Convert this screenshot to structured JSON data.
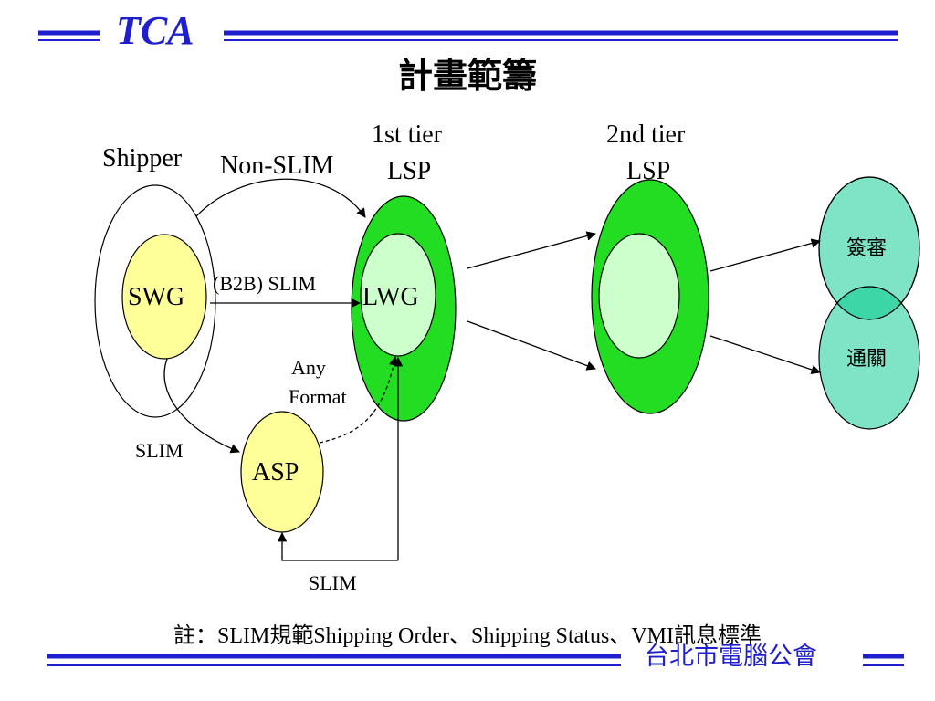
{
  "header": {
    "brand": "TCA",
    "title": "計畫範籌"
  },
  "diagram": {
    "shipper_label": "Shipper",
    "swg_label": "SWG",
    "tier1_label_line1": "1st tier",
    "tier1_label_line2": "LSP",
    "lwg_label": "LWG",
    "tier2_label_line1": "2nd tier",
    "tier2_label_line2": "LSP",
    "asp_label": "ASP",
    "customs_review_label": "簽審",
    "customs_clearance_label": "通關",
    "edge_non_slim": "Non-SLIM",
    "edge_b2b_slim": "(B2B) SLIM",
    "edge_any_format_line1": "Any",
    "edge_any_format_line2": "Format",
    "edge_slim_left": "SLIM",
    "edge_slim_bottom": "SLIM"
  },
  "footer": {
    "note": "註：SLIM規範Shipping Order、Shipping Status、VMI訊息標準",
    "organization": "台北市電腦公會"
  },
  "colors": {
    "brand_blue": "#1f1fd0",
    "green": "#22dd22",
    "light_green": "#ccffcc",
    "yellow": "#ffff99",
    "teal": "#7fe3c6",
    "teal_overlap": "#3dd6a6"
  }
}
